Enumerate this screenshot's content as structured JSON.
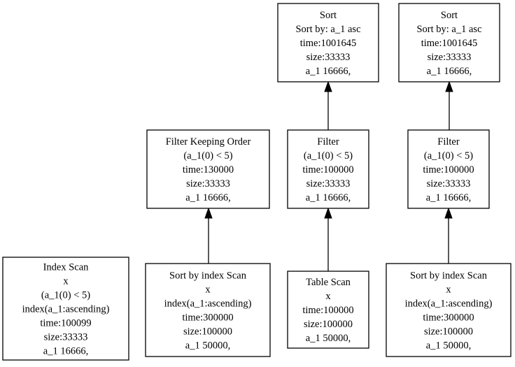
{
  "nodes": [
    {
      "id": "index-scan",
      "lines": [
        "Index Scan",
        "x",
        "(a_1(0) < 5)",
        "index(a_1:ascending)",
        "time:100099",
        "size:33333",
        "a_1 16666,"
      ]
    },
    {
      "id": "sort-by-index-scan-1",
      "lines": [
        "Sort by index Scan",
        "x",
        "index(a_1:ascending)",
        "time:300000",
        "size:100000",
        "a_1 50000,"
      ]
    },
    {
      "id": "filter-keeping-order",
      "lines": [
        "Filter Keeping Order",
        "(a_1(0) < 5)",
        "time:130000",
        "size:33333",
        "a_1 16666,"
      ]
    },
    {
      "id": "table-scan",
      "lines": [
        "Table Scan",
        "x",
        "time:100000",
        "size:100000",
        "a_1 50000,"
      ]
    },
    {
      "id": "filter-1",
      "lines": [
        "Filter",
        "(a_1(0) < 5)",
        "time:100000",
        "size:33333",
        "a_1 16666,"
      ]
    },
    {
      "id": "sort-1",
      "lines": [
        "Sort",
        "Sort by: a_1 asc",
        "time:1001645",
        "size:33333",
        "a_1 16666,"
      ]
    },
    {
      "id": "sort-by-index-scan-2",
      "lines": [
        "Sort by index Scan",
        "x",
        "index(a_1:ascending)",
        "time:300000",
        "size:100000",
        "a_1 50000,"
      ]
    },
    {
      "id": "filter-2",
      "lines": [
        "Filter",
        "(a_1(0) < 5)",
        "time:100000",
        "size:33333",
        "a_1 16666,"
      ]
    },
    {
      "id": "sort-2",
      "lines": [
        "Sort",
        "Sort by: a_1 asc",
        "time:1001645",
        "size:33333",
        "a_1 16666,"
      ]
    }
  ],
  "edges": [
    {
      "from": "sort-by-index-scan-1",
      "to": "filter-keeping-order"
    },
    {
      "from": "table-scan",
      "to": "filter-1"
    },
    {
      "from": "filter-1",
      "to": "sort-1"
    },
    {
      "from": "sort-by-index-scan-2",
      "to": "filter-2"
    },
    {
      "from": "filter-2",
      "to": "sort-2"
    }
  ]
}
